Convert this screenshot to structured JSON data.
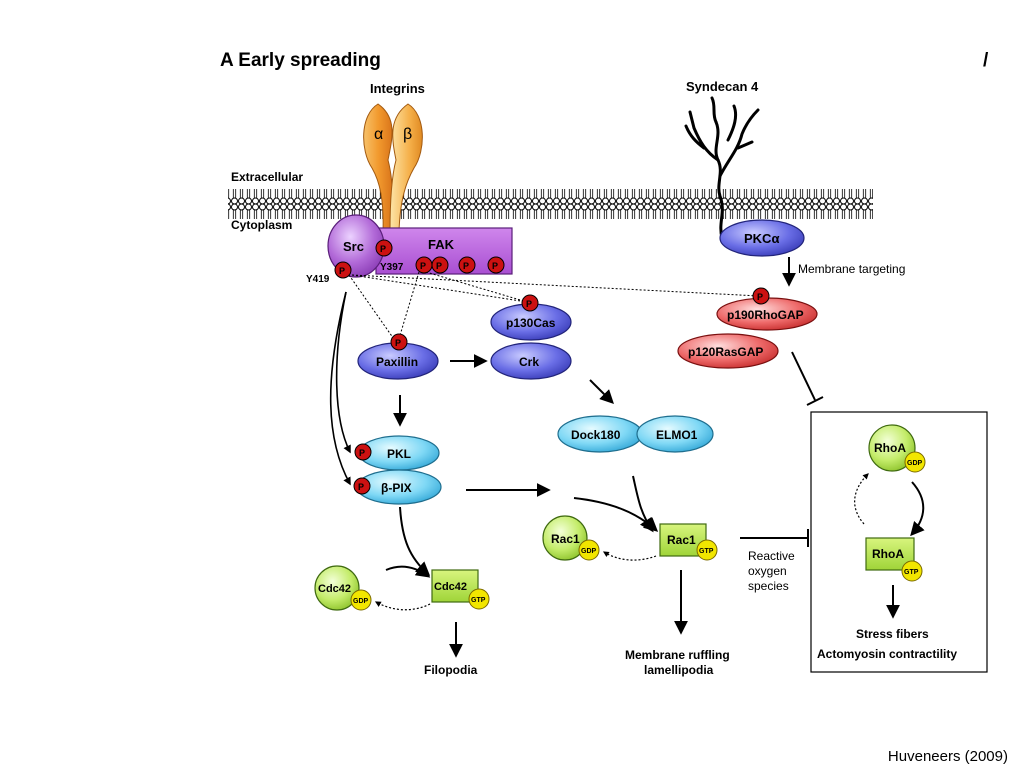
{
  "title": "A  Early spreading",
  "corner_mark": "/",
  "receptors": {
    "integrins": "Integrins",
    "alpha": "α",
    "beta": "β",
    "syndecan": "Syndecan 4"
  },
  "membrane": {
    "extracellular": "Extracellular",
    "cytoplasm": "Cytoplasm"
  },
  "nodes": {
    "src": "Src",
    "fak": "FAK",
    "y397": "Y397",
    "y419": "Y419",
    "pkc": "PKCα",
    "membrane_targeting": "Membrane targeting",
    "p190": "p190RhoGAP",
    "p120": "p120RasGAP",
    "p130cas": "p130Cas",
    "crk": "Crk",
    "paxillin": "Paxillin",
    "dock180": "Dock180",
    "elmo1": "ELMO1",
    "pkl": "PKL",
    "bpix": "β-PIX",
    "rac1_gdp": "Rac1",
    "rac1_gtp": "Rac1",
    "cdc42_gdp": "Cdc42",
    "cdc42_gtp": "Cdc42",
    "rhoa_gdp": "RhoA",
    "rhoa_gtp": "RhoA",
    "gdp": "GDP",
    "gtp": "GTP",
    "p": "P"
  },
  "labels": {
    "ros_1": "Reactive",
    "ros_2": "oxygen",
    "ros_3": "species",
    "filopodia": "Filopodia",
    "ruffling_1": "Membrane ruffling",
    "ruffling_2": "lamellipodia",
    "stress": "Stress fibers",
    "actomyosin": "Actomyosin contractility"
  },
  "citation": "Huveneers (2009)",
  "colors": {
    "phospho": "#cc1111",
    "fak": "#b45bd6",
    "src": "#9a4fc4",
    "blue_node": "#5b5fdc",
    "cyan_node": "#5ccaf0",
    "red_node": "#e85555",
    "green_node": "#b6e64a",
    "yellow_tag": "#f2e600",
    "integrin": "#f29a2e"
  }
}
